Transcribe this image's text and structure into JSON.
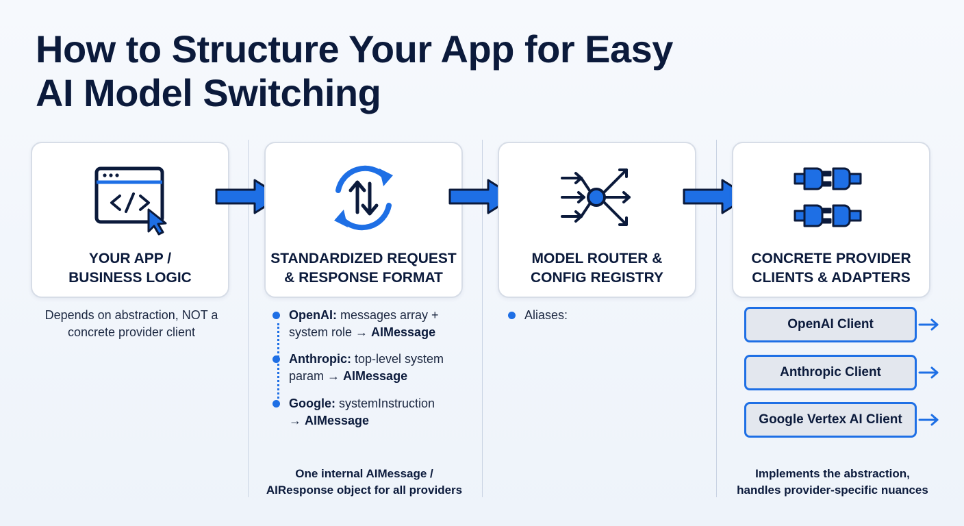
{
  "title": {
    "line1": "How to Structure Your App for Easy",
    "line2": "AI Model Switching"
  },
  "colors": {
    "accent": "#1e6fe5",
    "dark_navy": "#0b1a3b",
    "card_border": "#d7dde7",
    "client_fill": "#e3e7ee"
  },
  "steps": [
    {
      "icon": "code-window-cursor-icon",
      "label_line1": "YOUR APP /",
      "label_line2": "BUSINESS LOGIC",
      "caption_line1": "Depends on abstraction, NOT a",
      "caption_line2": "concrete provider client"
    },
    {
      "icon": "sync-arrows-icon",
      "label_line1": "STANDARDIZED REQUEST",
      "label_line2": "& RESPONSE FORMAT",
      "bullets": [
        {
          "provider": "OpenAI:",
          "line1_rest": " messages array +",
          "line2": "system role → ",
          "target": "AIMessage"
        },
        {
          "provider": "Anthropic:",
          "line1_rest": " top-level system",
          "line2": "param → ",
          "target": "AIMessage"
        },
        {
          "provider": "Google:",
          "line1_rest": " systemInstruction",
          "line2": "→ ",
          "target": "AIMessage"
        }
      ],
      "note_line1": "One internal AIMessage /",
      "note_line2": "AIResponse object for all providers"
    },
    {
      "icon": "router-hub-icon",
      "label_line1": "MODEL ROUTER &",
      "label_line2": "CONFIG REGISTRY",
      "alias_text": "Aliases:"
    },
    {
      "icon": "plug-connectors-icon",
      "label_line1": "CONCRETE PROVIDER",
      "label_line2": "CLIENTS & ADAPTERS",
      "clients": [
        "OpenAI Client",
        "Anthropic Client",
        "Google Vertex AI Client"
      ],
      "note_line1": "Implements the abstraction,",
      "note_line2": "handles provider-specific nuances"
    }
  ]
}
